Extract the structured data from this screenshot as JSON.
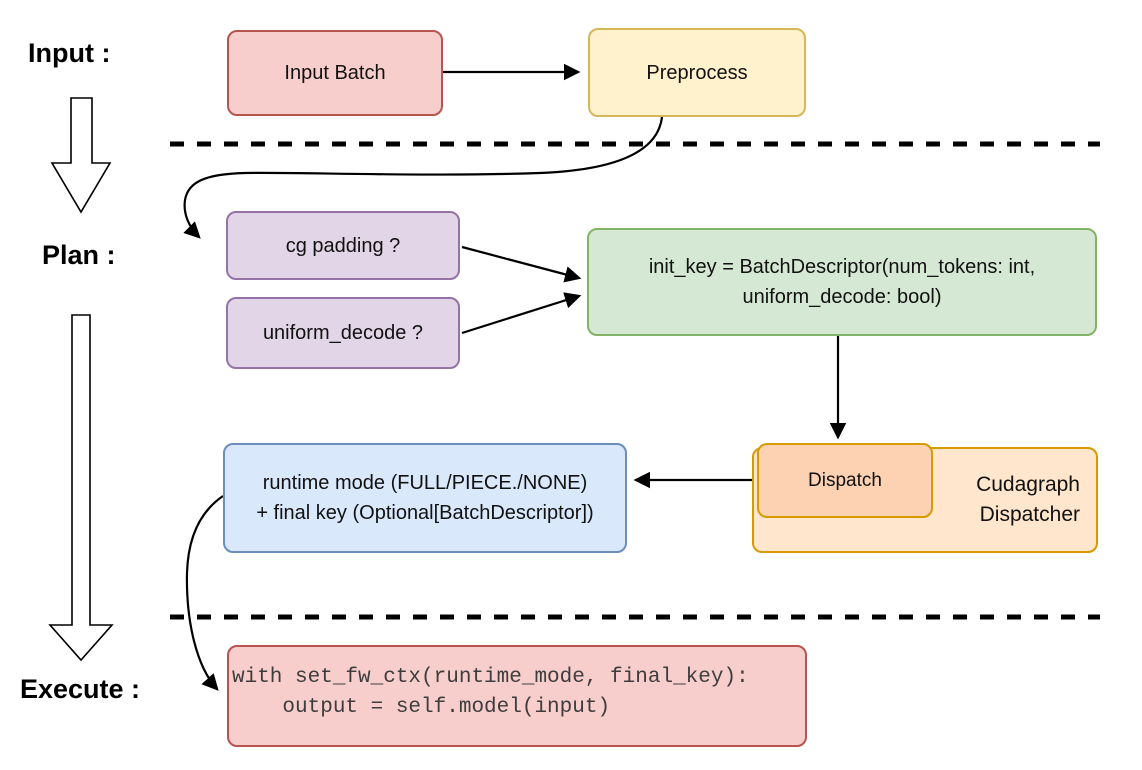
{
  "labels": {
    "input": "Input :",
    "plan": "Plan :",
    "execute": "Execute :"
  },
  "nodes": {
    "input_batch": "Input Batch",
    "preprocess": "Preprocess",
    "cg_padding": "cg padding ?",
    "uniform_decode": "uniform_decode ?",
    "init_key": {
      "line1": "init_key = BatchDescriptor(num_tokens: int,",
      "line2": "uniform_decode: bool)"
    },
    "runtime_output": {
      "line1": "runtime mode (FULL/PIECE./NONE)",
      "line2": "+ final key (Optional[BatchDescriptor])"
    },
    "dispatch": "Dispatch",
    "dispatcher": {
      "line1": "Cudagraph",
      "line2": "Dispatcher"
    },
    "execute_code": {
      "line1": "with set_fw_ctx(runtime_mode, final_key):",
      "line2": "    output = self.model(input)"
    }
  },
  "colors": {
    "red_fill": "#f8cecc",
    "red_stroke": "#b85450",
    "yellow_fill": "#fff2cc",
    "yellow_stroke": "#d6b656",
    "purple_fill": "#e1d5e7",
    "purple_stroke": "#9673a6",
    "green_fill": "#d5e8d4",
    "green_stroke": "#82b366",
    "blue_fill": "#dae8fc",
    "blue_stroke": "#6c8ebf",
    "orange_fill": "#ffe6cc",
    "orange_inner_fill": "#fcd2b3",
    "orange_stroke": "#d79b00",
    "arrow": "#000000"
  }
}
